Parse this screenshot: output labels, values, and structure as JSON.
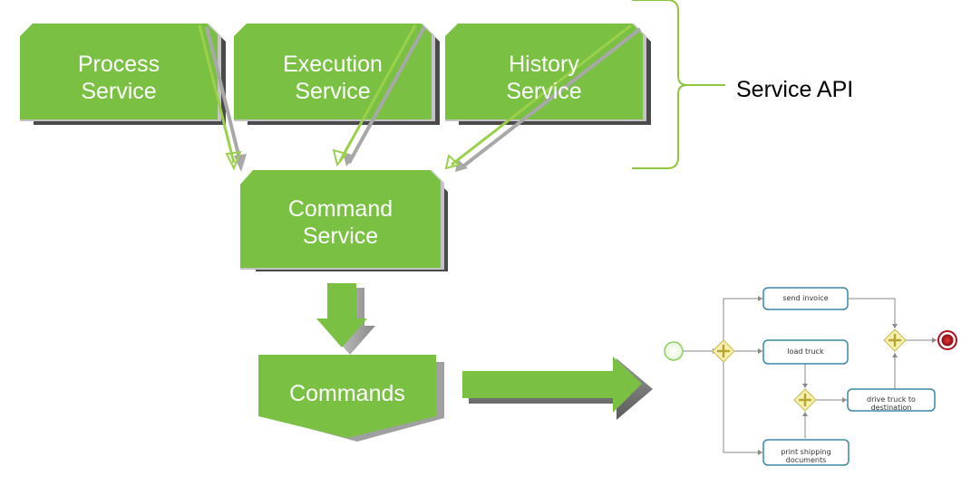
{
  "services": {
    "process": {
      "line1": "Process",
      "line2": "Service"
    },
    "execution": {
      "line1": "Execution",
      "line2": "Service"
    },
    "history": {
      "line1": "History",
      "line2": "Service"
    }
  },
  "command_service": {
    "line1": "Command",
    "line2": "Service"
  },
  "commands": {
    "label": "Commands"
  },
  "service_api_label": "Service API",
  "process_diagram": {
    "tasks": {
      "send_invoice": "send invoice",
      "load_truck": "load truck",
      "drive_truck": "drive truck to destination",
      "print_shipping": "print shipping documents"
    }
  },
  "colors": {
    "box_green": "#7ac143",
    "box_shadow": "#555555",
    "arrow_green": "#8dc63f",
    "gateway_fill": "#f5f0b0",
    "task_border": "#3a88a8",
    "end_event": "#b0141a",
    "start_event": "#8ccf62"
  }
}
